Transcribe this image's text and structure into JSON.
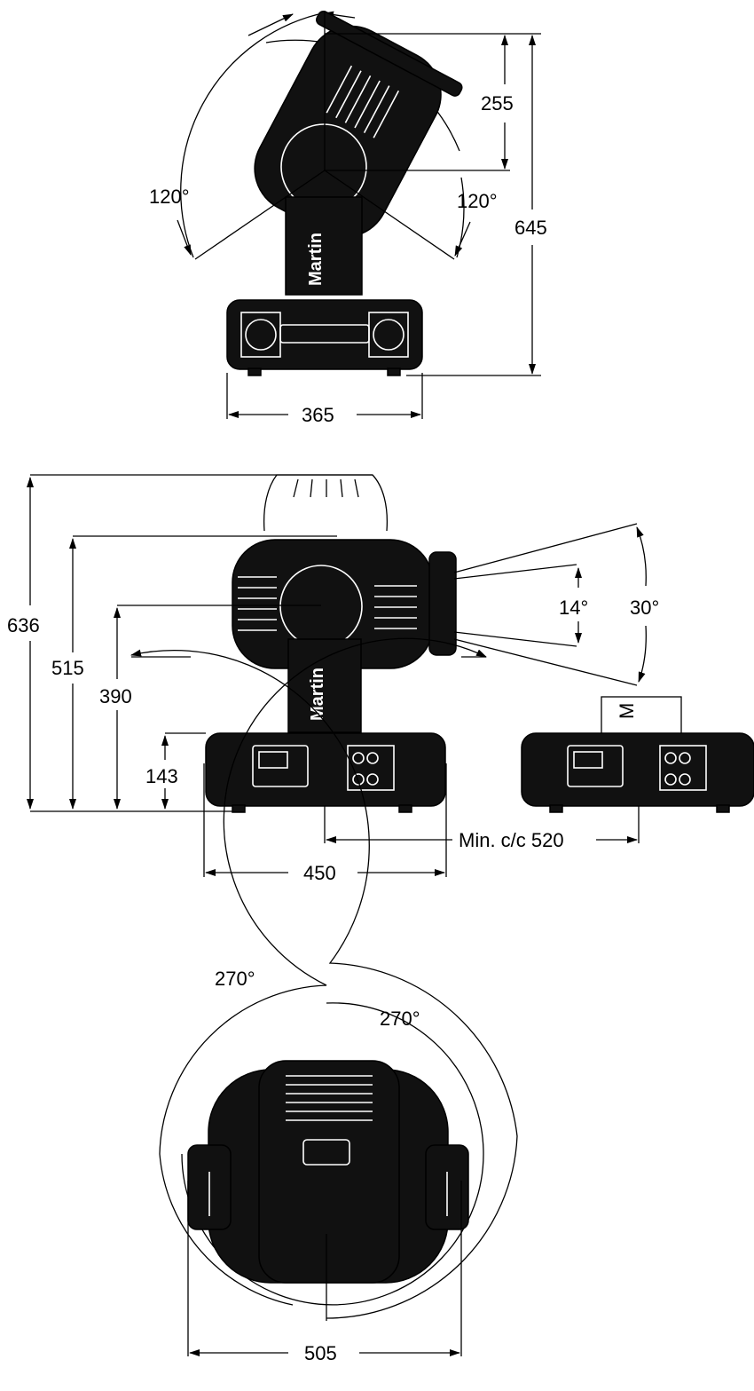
{
  "colors": {
    "line": "#000000",
    "fixture_body": "#111111",
    "fixture_detail": "#ffffff",
    "background": "#ffffff"
  },
  "brand": {
    "logo_text": "Martin",
    "logo_fragment": "M"
  },
  "top_view": {
    "dimensions": {
      "height_total": "645",
      "head_offset": "255",
      "width": "365"
    },
    "angles": {
      "tilt_left": "120°",
      "tilt_right": "120°"
    }
  },
  "side_view": {
    "dimensions": {
      "height_max": "636",
      "height_head": "515",
      "height_axis": "390",
      "height_base": "143",
      "base_width": "450",
      "min_spacing": "Min. c/c 520"
    },
    "angles": {
      "beam_narrow": "14°",
      "beam_wide": "30°"
    }
  },
  "bottom_view": {
    "dimensions": {
      "width": "505"
    },
    "angles": {
      "pan_outer": "270°",
      "pan_inner": "270°"
    }
  }
}
